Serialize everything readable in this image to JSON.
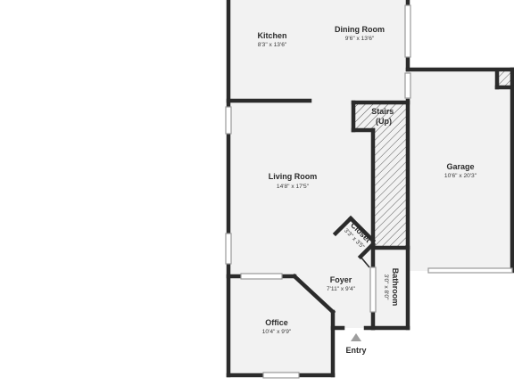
{
  "colors": {
    "wall": "#2b2b2b",
    "floor": "#f2f2f2",
    "background": "#ffffff",
    "hatch": "#555555",
    "entry_marker": "#9e9e9e"
  },
  "rooms": [
    {
      "id": "kitchen",
      "name": "Kitchen",
      "dims": "8'3\" x 13'6\""
    },
    {
      "id": "dining",
      "name": "Dining Room",
      "dims": "9'6\" x 13'6\""
    },
    {
      "id": "stairs",
      "name": "Stairs\n(Up)",
      "dims": ""
    },
    {
      "id": "living",
      "name": "Living Room",
      "dims": "14'8\" x 17'5\""
    },
    {
      "id": "garage",
      "name": "Garage",
      "dims": "10'6\" x 20'3\""
    },
    {
      "id": "closet",
      "name": "Closet",
      "dims": "3'3\" x 3'5\""
    },
    {
      "id": "foyer",
      "name": "Foyer",
      "dims": "7'11\" x 9'4\""
    },
    {
      "id": "bathroom",
      "name": "Bathroom",
      "dims": "3'0\" x 8'0\""
    },
    {
      "id": "office",
      "name": "Office",
      "dims": "10'4\" x 9'9\""
    }
  ],
  "entry": {
    "label": "Entry",
    "icon": "entry-arrow-icon"
  }
}
